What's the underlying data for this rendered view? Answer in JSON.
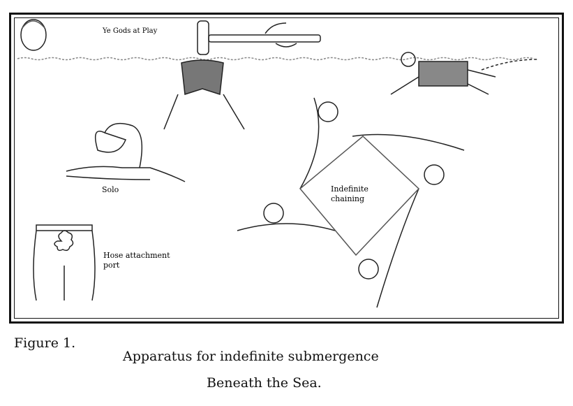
{
  "labels": {
    "gods": "Ye Gods at Play",
    "solo": "Solo",
    "chaining_line1": "Indefinite",
    "chaining_line2": "chaining",
    "hose_line1": "Hose attachment",
    "hose_line2": "port"
  },
  "caption": {
    "figure": "Figure 1.",
    "title_line1": "Apparatus for indefinite submergence",
    "title_line2": "Beneath the Sea."
  }
}
